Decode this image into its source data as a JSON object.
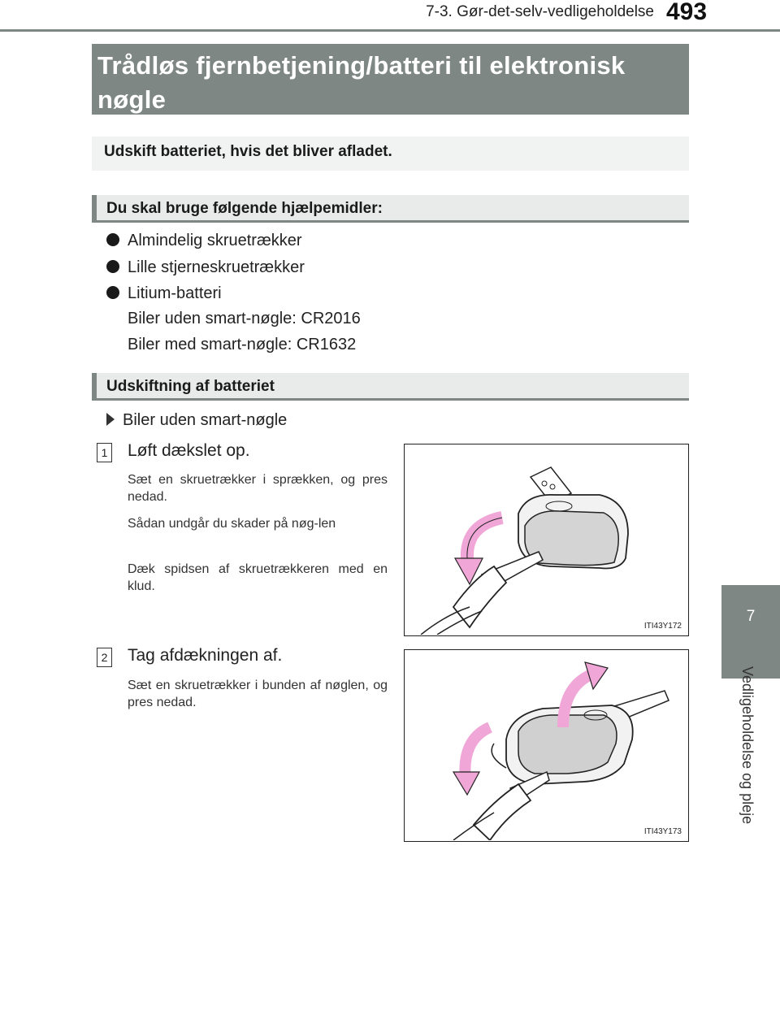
{
  "header": {
    "section": "7-3. Gør-det-selv-vedligeholdelse",
    "page_number": "493"
  },
  "side_tab": {
    "chapter_number": "7",
    "chapter_title": "Vedligeholdelse og pleje"
  },
  "title": "Trådløs fjernbetjening/batteri til elektronisk nøgle",
  "intro": "Udskift batteriet, hvis det bliver afladet.",
  "tools": {
    "heading": "Du skal bruge følgende hjælpemidler:",
    "items": [
      "Almindelig skruetrækker",
      "Lille stjerneskruetrækker",
      "Litium-batteri"
    ],
    "battery_notes": [
      "Biler uden smart-nøgle: CR2016",
      "Biler med smart-nøgle: CR1632"
    ]
  },
  "replacement": {
    "heading": "Udskiftning af batteriet",
    "variant": "Biler uden smart-nøgle",
    "steps": [
      {
        "number": "1",
        "title": "Løft dækslet op.",
        "notes": [
          "Sæt en skruetrækker i sprækken, og pres nedad.",
          "Sådan undgår du skader på nøg-len",
          "Dæk spidsen af skruetrækkeren med en klud."
        ],
        "figure_code": "ITI43Y172"
      },
      {
        "number": "2",
        "title": "Tag afdækningen af.",
        "notes": [
          "Sæt en skruetrækker i bunden af nøglen, og pres nedad."
        ],
        "figure_code": "ITI43Y173"
      }
    ]
  },
  "colors": {
    "header_gray": "#7f8784",
    "arrow_pink": "#f0a6d6",
    "box_light": "#f1f2f2"
  }
}
